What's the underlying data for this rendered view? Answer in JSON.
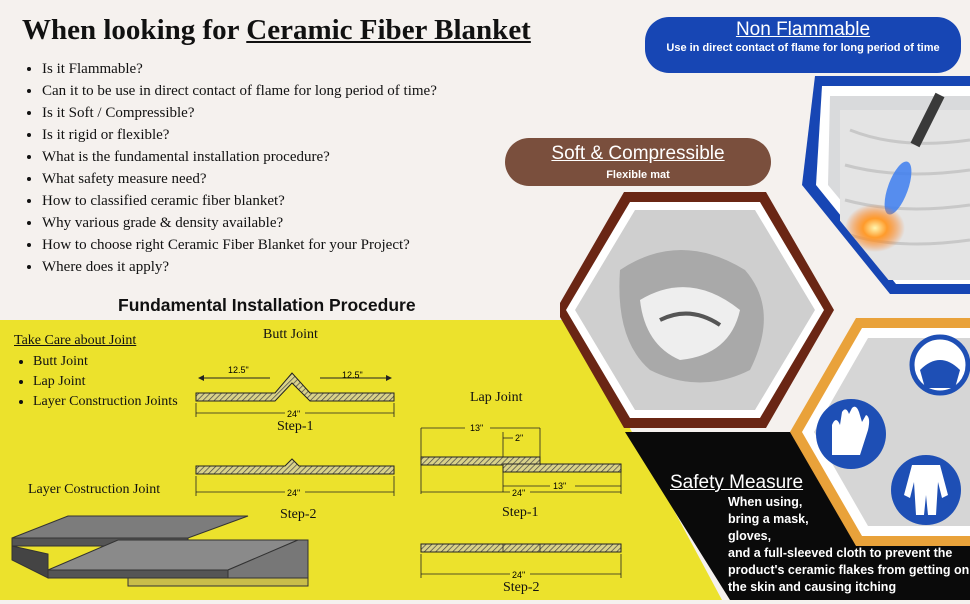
{
  "title": {
    "prefix": "When looking for ",
    "highlight": "Ceramic Fiber Blanket"
  },
  "questions": [
    "Is it Flammable?",
    "Can it to be use in direct contact of flame for long period of time?",
    "Is it Soft / Compressible?",
    "Is it rigid or flexible?",
    "What is the fundamental installation procedure?",
    "What safety measure need?",
    "How to classified ceramic fiber blanket?",
    "Why various grade & density available?",
    "How to choose right Ceramic Fiber Blanket for your Project?",
    "Where does it apply?"
  ],
  "installation": {
    "heading": "Fundamental Installation Procedure",
    "take_care": "Take Care about Joint",
    "joints": [
      "Butt Joint",
      "Lap Joint",
      "Layer Construction Joints"
    ],
    "butt_joint_label": "Butt Joint",
    "lap_joint_label": "Lap Joint",
    "layer_label": "Layer Costruction Joint",
    "step1": "Step-1",
    "step2": "Step-2",
    "dims": {
      "d12_5": "12.5\"",
      "d24": "24\"",
      "d13": "13\"",
      "d2": "2\""
    }
  },
  "non_flammable": {
    "title": "Non Flammable ",
    "subtitle": "Use in direct contact of flame for long period of time"
  },
  "soft": {
    "title": "Soft & Compressible ",
    "subtitle": "Flexible mat"
  },
  "safety": {
    "title": "Safety Measure ",
    "lines": [
      "When using,",
      "bring a mask,",
      "gloves,",
      "and a full-sleeved cloth to prevent the",
      "product's ceramic flakes from getting on",
      "the skin and causing itching"
    ]
  },
  "colors": {
    "yellow": "#ece22c",
    "blue": "#1746b4",
    "brown": "#7a4f3d",
    "orange": "#e9a23a",
    "dark_red": "#6a2614",
    "black": "#0a0a0a"
  },
  "icons": [
    "flame-torch",
    "gloved-hand",
    "mask-icon",
    "gloves-icon",
    "coverall-icon"
  ]
}
